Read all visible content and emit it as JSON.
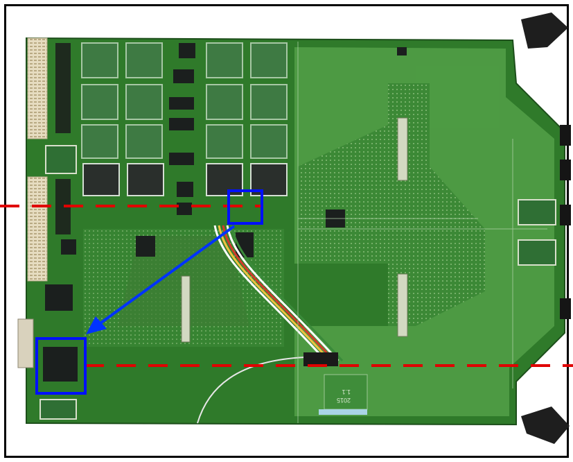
{
  "photo": {
    "board_label_lines": [
      "1.1",
      "2015"
    ],
    "colors": {
      "pcb": "#2f7a2a",
      "pcb_light": "#3f8f38",
      "copper_plane": "#4c9a41",
      "dashed_line": "#e00000",
      "highlight_box": "#0010ff",
      "arrow": "#0033ff",
      "connector": "#e9dfc4",
      "chip": "#1b1f1e",
      "memory": "#3e7a43"
    },
    "icons": [
      "pcb-board",
      "highlight-box-icon",
      "arrow-icon",
      "dashed-cut-line"
    ]
  }
}
